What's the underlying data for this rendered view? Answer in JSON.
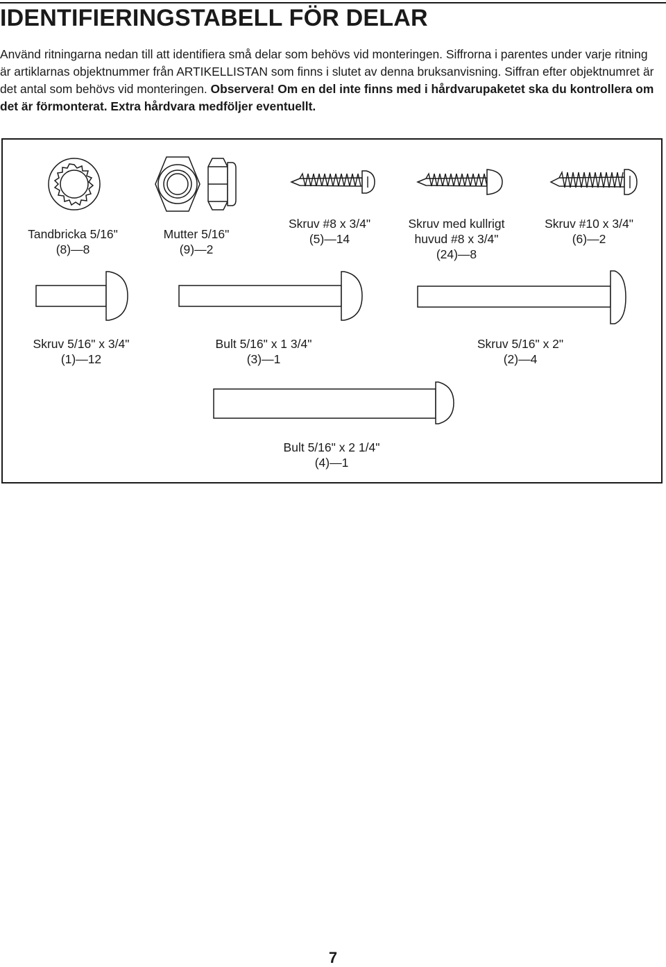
{
  "header": {
    "title": "IDENTIFIERINGSTABELL FÖR DELAR"
  },
  "intro": {
    "text_1": "Använd ritningarna nedan till att identifiera små delar som behövs vid monteringen. Siffrorna i parentes under varje ritning är artiklarnas objektnummer från ARTIKELLISTAN som finns i slutet av denna bruksanvisning. Siffran efter objektnumret är det antal som behövs vid monteringen. ",
    "bold_1": "Observera!",
    "bold_2": " Om en del inte finns med i hårdvarupaketet ska du kontrollera om det är förmonterat. Extra hårdvara medföljer eventuellt."
  },
  "parts": [
    {
      "name": "Tandbricka 5/16\"",
      "code": "(8)—8",
      "icon": "star-washer-icon"
    },
    {
      "name": "Mutter 5/16\"",
      "code": "(9)—2",
      "icon": "nylon-lock-nut-icon"
    },
    {
      "name": "Skruv #8 x 3/4\"",
      "code": "(5)—14",
      "icon": "screw-icon"
    },
    {
      "name": "Skruv med kullrigt",
      "name_2": "huvud #8 x 3/4\"",
      "code": "(24)—8",
      "icon": "round-head-screw-icon"
    },
    {
      "name": "Skruv #10 x 3/4\"",
      "code": "(6)—2",
      "icon": "screw-icon"
    },
    {
      "name": "Skruv 5/16\" x 3/4\"",
      "code": "(1)—12",
      "icon": "button-head-bolt-icon"
    },
    {
      "name": "Bult 5/16\" x 1 3/4\"",
      "code": "(3)—1",
      "icon": "button-head-bolt-icon"
    },
    {
      "name": "Skruv 5/16\" x 2\"",
      "code": "(2)—4",
      "icon": "button-head-bolt-icon"
    },
    {
      "name": "Bult 5/16\" x 2 1/4\"",
      "code": "(4)—1",
      "icon": "button-head-bolt-icon"
    }
  ],
  "footer": {
    "page_number": "7"
  }
}
